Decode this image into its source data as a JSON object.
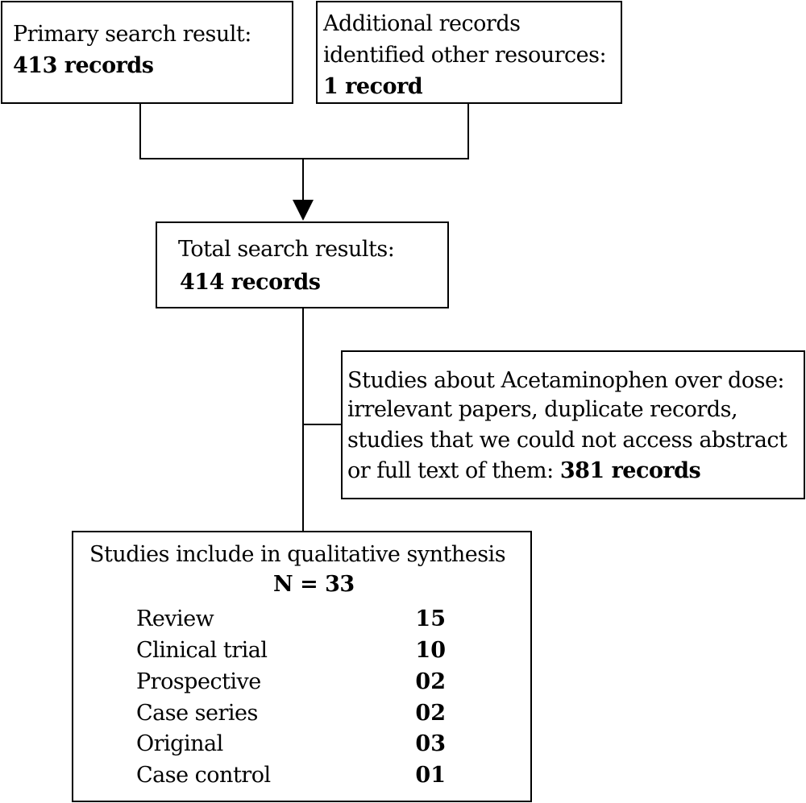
{
  "primary_box": {
    "line1": "Primary search result:",
    "line2": "413 records"
  },
  "additional_box": {
    "line1": "Additional records",
    "line2": "identified other resources:",
    "line3": "1 record"
  },
  "total_box": {
    "line1": "Total search results:",
    "line2": "414 records"
  },
  "excluded_box": {
    "line1": "Studies about Acetaminophen over dose:",
    "line2": "irrelevant papers, duplicate records,",
    "line3": "studies that we could not access abstract",
    "line4_prefix": "or full text of them:",
    "line4_count": "381 records"
  },
  "included_box": {
    "title": "Studies include in qualitative synthesis",
    "n_label": "N = 33",
    "rows": [
      {
        "label": "Review",
        "count": "15"
      },
      {
        "label": "Clinical trial",
        "count": "10"
      },
      {
        "label": "Prospective",
        "count": "02"
      },
      {
        "label": "Case series",
        "count": "02"
      },
      {
        "label": "Original",
        "count": "03"
      },
      {
        "label": "Case control",
        "count": "01"
      }
    ]
  }
}
